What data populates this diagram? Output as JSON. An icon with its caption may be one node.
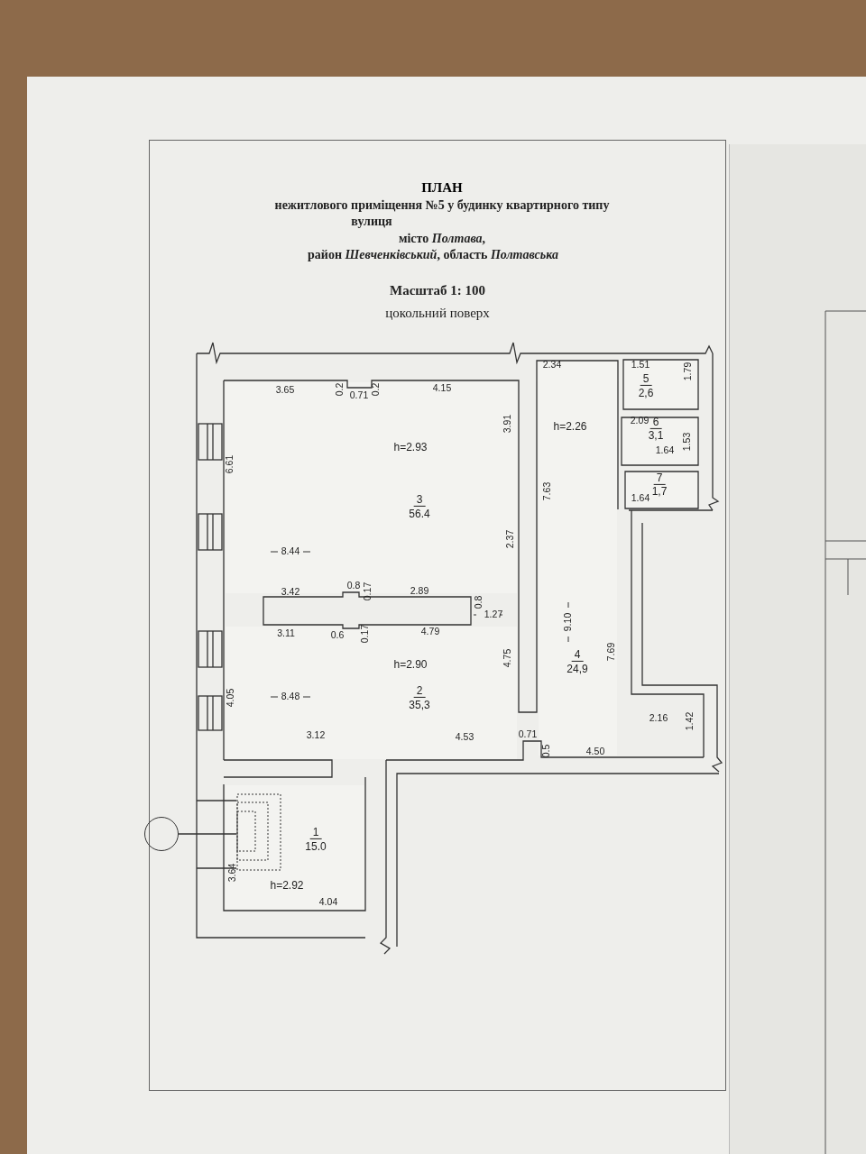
{
  "diagram": {
    "title": "ПЛАН",
    "nodes": [
      {
        "text": [
          "h=2.93",
          "3",
          "56.4"
        ]
      },
      {
        "text": [
          "5",
          "2,6"
        ]
      },
      {
        "text": [
          "6",
          "3,1"
        ]
      },
      {
        "text": [
          "7",
          "1,7"
        ]
      },
      {
        "text": [
          "h=2.26",
          "4",
          "24,9"
        ]
      },
      {
        "text": [
          "h=2.90",
          "2",
          "35,3"
        ]
      },
      {
        "text": [
          "1",
          "15.0",
          "h=2.92"
        ]
      },
      {
        "text": [],
        "shape": "picture",
        "in": 6
      },
      {
        "text": [],
        "shape": "circle"
      }
    ],
    "edges": [
      {
        "from": 8,
        "to": 7,
        "arrow": "none"
      }
    ],
    "labels": [
      "нежитлового приміщення №5 у будинку квартирного типу",
      "вулиця",
      "місто *Полтава*,",
      "район *Шевченківський*, область *Полтавська*",
      "Масштаб 1: 100",
      "цокольний поверх",
      "3.65",
      "0.2",
      "0.71",
      "0.2",
      "4.15",
      "3.91",
      "6.61",
      "8.44",
      "2.37",
      "7.63",
      "2.34",
      "1.51",
      "1.79",
      "2.09",
      "1.53",
      "1.64",
      "1.64",
      "3.42",
      "0.8",
      "0.17",
      "2.89",
      "0.8",
      "1.27",
      "3.11",
      "0.6",
      "0.17",
      "4.79",
      "9.10",
      "4.75",
      "7.69",
      "4.05",
      "8.48",
      "2.16",
      "1.42",
      "3.12",
      "4.53",
      "0.71",
      "0.5",
      "4.50",
      "3.64",
      "4.04"
    ]
  }
}
